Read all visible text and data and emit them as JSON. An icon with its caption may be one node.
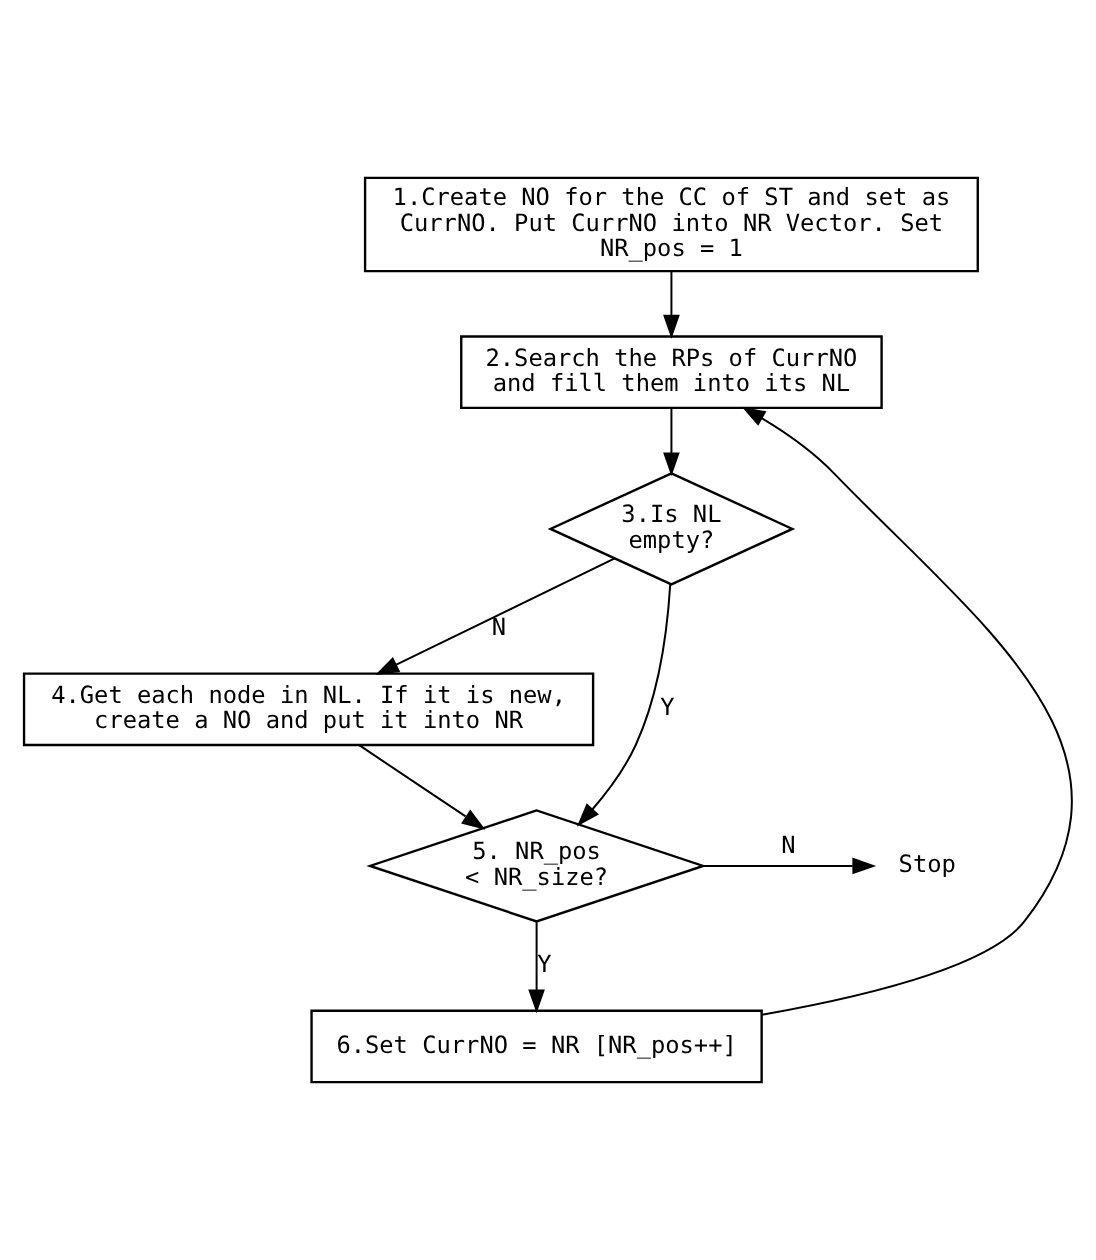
{
  "diagram": {
    "nodes": [
      {
        "text": [
          "1.Create NO for the CC of ST and set as CurrNO. Put CurrNO into NR Vector. Set NR_pos = 1"
        ]
      },
      {
        "text": [
          "2.Search the RPs of CurrNO and fill them into its NL"
        ]
      },
      {
        "text": [
          "3.Is NL empty?"
        ]
      },
      {
        "text": [
          "4.Get each node in NL. If it is new, create a NO and put it into NR"
        ]
      },
      {
        "text": [
          "5. NR_pos < NR_size?"
        ]
      },
      {
        "text": [
          "Stop"
        ]
      },
      {
        "text": [
          "6.Set CurrNO = NR [NR_pos++]"
        ]
      }
    ],
    "edges": [
      {
        "from": 0,
        "to": 1,
        "arrow": "to"
      },
      {
        "from": 1,
        "to": 2,
        "arrow": "to"
      },
      {
        "from": 2,
        "to": 3,
        "arrow": "to",
        "label": "N"
      },
      {
        "from": 2,
        "to": 4,
        "arrow": "to",
        "label": "Y"
      },
      {
        "from": 3,
        "to": 4,
        "arrow": "to"
      },
      {
        "from": 4,
        "to": 5,
        "arrow": "to",
        "label": "N"
      },
      {
        "from": 4,
        "to": 6,
        "arrow": "to",
        "label": "Y"
      },
      {
        "from": 6,
        "to": 1,
        "arrow": "to"
      }
    ]
  }
}
